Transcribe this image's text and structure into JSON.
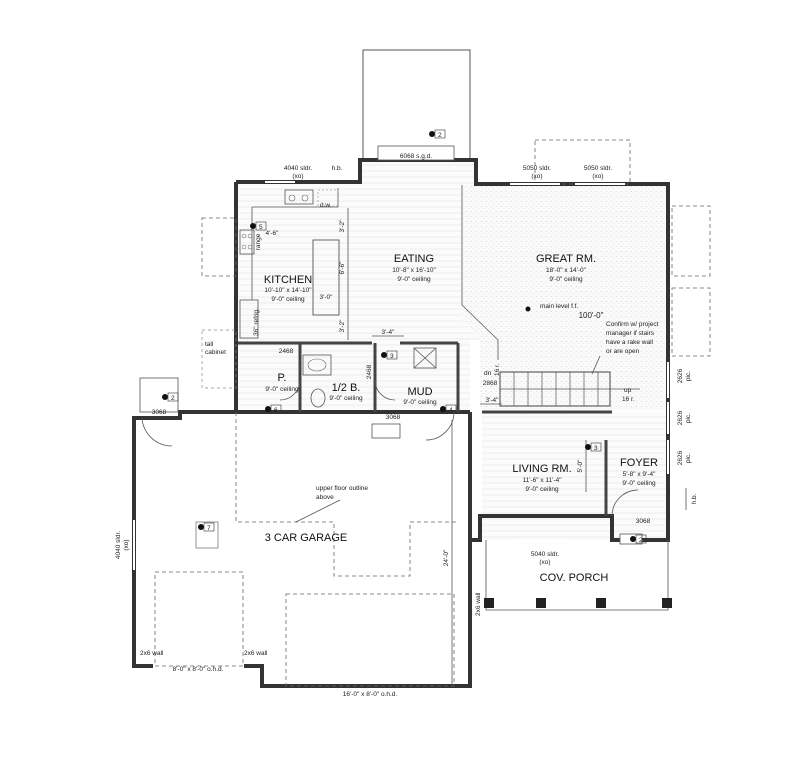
{
  "rooms": {
    "eating": {
      "name": "EATING",
      "size": "10'-8\" x 16'-10\"",
      "ceiling": "9'-0\" ceiling"
    },
    "great": {
      "name": "GREAT RM.",
      "size": "18'-0\" x 14'-0\"",
      "ceiling": "9'-0\" ceiling"
    },
    "kitchen": {
      "name": "KITCHEN",
      "size": "10'-10\" x 14'-10\"",
      "ceiling": "9'-0\" ceiling"
    },
    "powder": {
      "name": "P.",
      "ceiling": "9'-0\" ceiling"
    },
    "half_bath": {
      "name": "1/2 B.",
      "ceiling": "9'-0\" ceiling"
    },
    "mud": {
      "name": "MUD",
      "ceiling": "9'-0\" ceiling"
    },
    "living": {
      "name": "LIVING RM.",
      "size": "11'-6\" x 11'-4\"",
      "ceiling": "9'-0\" ceiling"
    },
    "foyer": {
      "name": "FOYER",
      "size": "5'-8\" x 9'-4\"",
      "ceiling": "9'-0\" ceiling"
    },
    "garage": {
      "name": "3 CAR GARAGE"
    },
    "porch": {
      "name": "COV. PORCH"
    }
  },
  "openings": {
    "sgd": "6068 s.g.d.",
    "sldr_top_left": "4040 sldr.",
    "sldr_top_left_xo": "(xo)",
    "hb_top": "h.b.",
    "sldr_top_mid": "5050 sldr.",
    "sldr_top_mid_xo": "(xo)",
    "sldr_top_right": "5050 sldr.",
    "sldr_top_right_xo": "(xo)",
    "door_2468_p": "2468",
    "door_2468_b": "2468",
    "door_2868": "2868",
    "door_3068_mud": "3068",
    "door_3068_garage": "3068",
    "door_3068_foyer": "3068",
    "sldr_porch": "5040 sldr.",
    "sldr_porch_xo": "(xo)",
    "sldr_garage": "4040 sldr.",
    "sldr_garage_xo": "(xo)",
    "pic1": "2626",
    "pic1b": "pic.",
    "pic2": "2626",
    "pic2b": "pic.",
    "pic3": "2626",
    "pic3b": "pic.",
    "hb_right": "h.b.",
    "ohd_small": "8'-0\" x 8'-0\" o.h.d.",
    "ohd_large": "16'-0\" x 8'-0\" o.h.d."
  },
  "dimensions": {
    "d_4_6": "4'-6\"",
    "d_3_2a": "3'-2\"",
    "d_6_6": "6'-6\"",
    "d_3_0": "3'-0\"",
    "d_3_2b": "3'-2\"",
    "d_3_4a": "3'-4\"",
    "d_3_4b": "3'-4\"",
    "d_5_0": "5'-0\"",
    "d_24_0": "24'-0\""
  },
  "notes": {
    "range": "range",
    "refrig": "36\" refrig.",
    "tall_cabinet_1": "tall",
    "tall_cabinet_2": "cabinet",
    "dw": "d.w.",
    "main_level_1": "main level f.f.",
    "main_level_2": "100'-0\"",
    "confirm_1": "Confirm w/ project",
    "confirm_2": "manager if stairs",
    "confirm_3": "have a rake wall",
    "confirm_4": "or are open",
    "dn": "dn",
    "dn_r": "16 r.",
    "up": "up",
    "up_r": "16 r.",
    "upper_outline_1": "upper floor outline",
    "upper_outline_2": "above",
    "wall_2x6_left": "2x6 wall",
    "wall_2x6_mid": "2x6 wall",
    "wall_2x6_right": "2x6 wall"
  },
  "tags": {
    "t2_top": "2",
    "t5": "5",
    "t3_hall": "3",
    "t2_left": "2",
    "t6": "6",
    "t4": "4",
    "t3_living": "3",
    "t2_foyer": "2",
    "t7": "7"
  }
}
